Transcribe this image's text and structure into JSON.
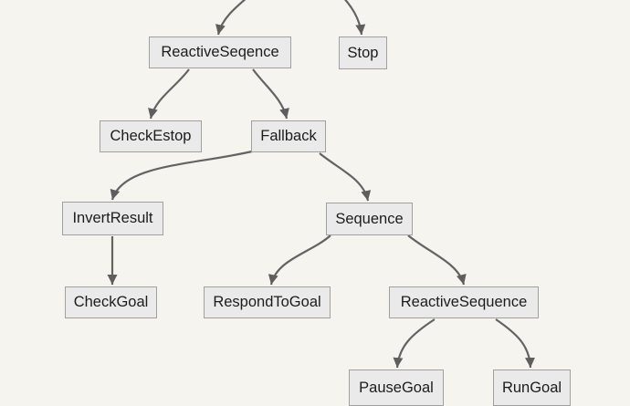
{
  "diagram": {
    "type": "behavior-tree",
    "nodes": [
      {
        "id": "reactiveseqence-top",
        "label": "ReactiveSeqence"
      },
      {
        "id": "stop",
        "label": "Stop"
      },
      {
        "id": "checkestop",
        "label": "CheckEstop"
      },
      {
        "id": "fallback",
        "label": "Fallback"
      },
      {
        "id": "invertresult",
        "label": "InvertResult"
      },
      {
        "id": "sequence",
        "label": "Sequence"
      },
      {
        "id": "checkgoal",
        "label": "CheckGoal"
      },
      {
        "id": "respondtogoal",
        "label": "RespondToGoal"
      },
      {
        "id": "reactivesequence",
        "label": "ReactiveSequence"
      },
      {
        "id": "pausegoal",
        "label": "PauseGoal"
      },
      {
        "id": "rungoal",
        "label": "RunGoal"
      }
    ],
    "edges": [
      {
        "from": "offscreen-parent-above",
        "to": "ReactiveSeqence"
      },
      {
        "from": "offscreen-parent-above",
        "to": "Stop"
      },
      {
        "from": "ReactiveSeqence",
        "to": "CheckEstop"
      },
      {
        "from": "ReactiveSeqence",
        "to": "Fallback"
      },
      {
        "from": "Fallback",
        "to": "InvertResult"
      },
      {
        "from": "Fallback",
        "to": "Sequence"
      },
      {
        "from": "InvertResult",
        "to": "CheckGoal"
      },
      {
        "from": "Sequence",
        "to": "RespondToGoal"
      },
      {
        "from": "Sequence",
        "to": "ReactiveSequence"
      },
      {
        "from": "ReactiveSequence",
        "to": "PauseGoal"
      },
      {
        "from": "ReactiveSequence",
        "to": "RunGoal"
      }
    ],
    "colors": {
      "background": "#f6f4ef",
      "node_fill": "#eaeaea",
      "node_border": "#a0a0a0",
      "edge": "#636363",
      "text": "#1c1c1c"
    }
  }
}
